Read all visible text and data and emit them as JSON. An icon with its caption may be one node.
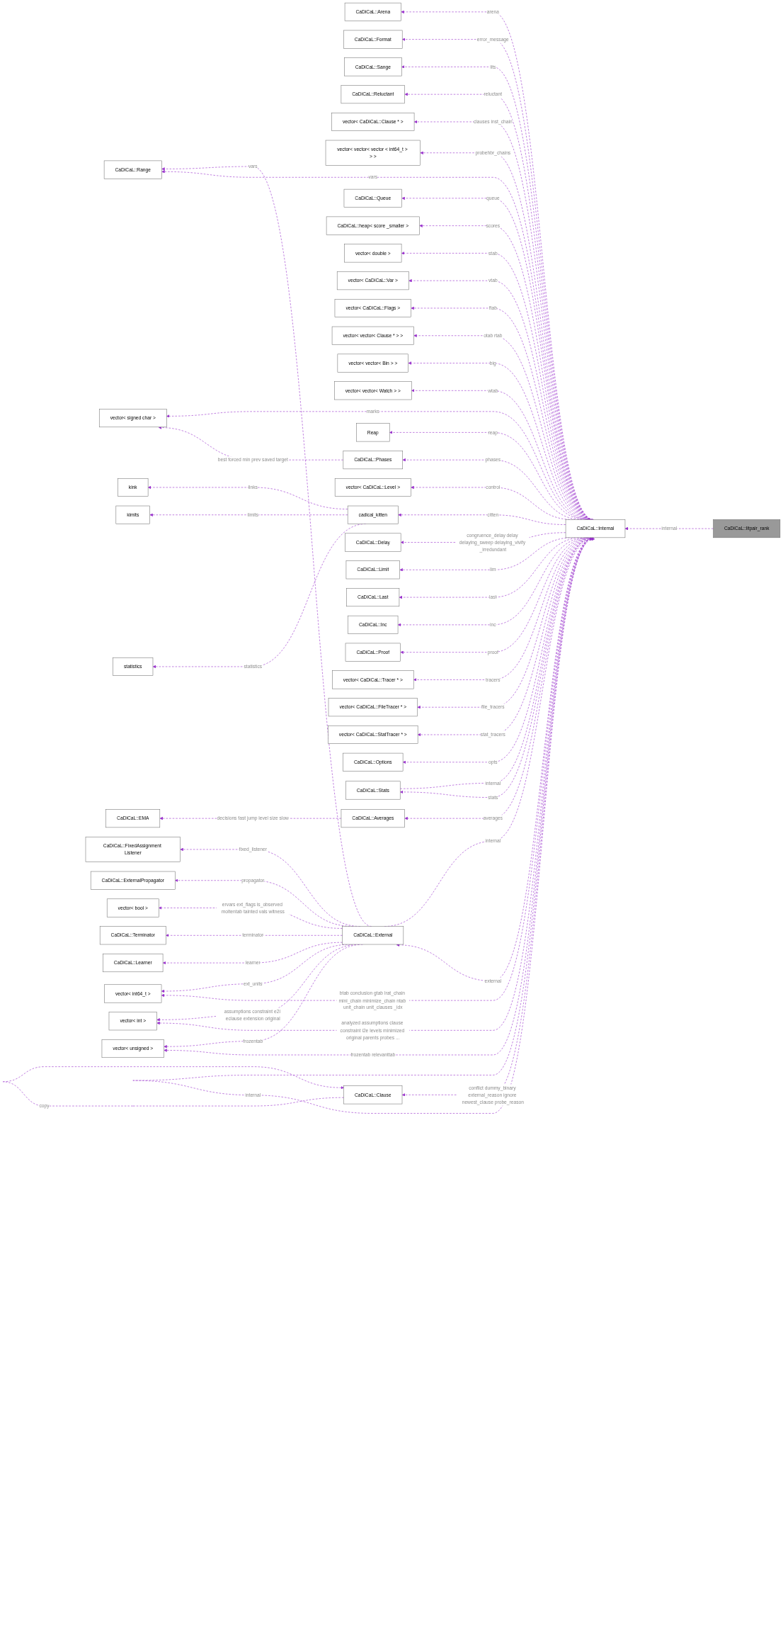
{
  "diagram": {
    "nodes": [
      {
        "text": [
          "CaDiCaL::Range"
        ]
      },
      {
        "text": [
          "CaDiCaL::Arena"
        ]
      },
      {
        "text": [
          "CaDiCaL::Format"
        ]
      },
      {
        "text": [
          "CaDiCaL::Sange"
        ]
      },
      {
        "text": [
          "CaDiCaL::Reluctant"
        ]
      },
      {
        "text": [
          "vector< CaDiCaL::Clause * >"
        ]
      },
      {
        "text": [
          "vector< vector< vector < int64_t > > >"
        ]
      },
      {
        "text": [
          "CaDiCaL::Phases"
        ]
      },
      {
        "text": [
          "vector< signed char >"
        ]
      },
      {
        "text": [
          "CaDiCaL::Queue"
        ]
      },
      {
        "text": [
          "CaDiCaL::heap< score _smaller >"
        ]
      },
      {
        "text": [
          "vector< double >"
        ]
      },
      {
        "text": [
          "vector< CaDiCaL::Var >"
        ]
      },
      {
        "text": [
          "vector< CaDiCaL::Flags >"
        ]
      },
      {
        "text": [
          "vector< vector< Clause * > >"
        ]
      },
      {
        "text": [
          "vector< vector< Bin > >"
        ]
      },
      {
        "text": [
          "vector< vector< Watch > >"
        ]
      },
      {
        "text": [
          "CaDiCaL::Clause"
        ]
      },
      {
        "text": [
          "Reap"
        ]
      },
      {
        "text": [
          "kink"
        ]
      },
      {
        "text": [
          "kimits"
        ]
      },
      {
        "text": [
          "cadical_kitten"
        ]
      },
      {
        "text": [
          "statistics"
        ]
      },
      {
        "text": [
          "vector< CaDiCaL::Level >"
        ]
      },
      {
        "text": [
          "CaDiCaL::Averages"
        ]
      },
      {
        "text": [
          "CaDiCaL::EMA"
        ]
      },
      {
        "text": [
          "CaDiCaL::Delay"
        ]
      },
      {
        "text": [
          "CaDiCaL::Limit"
        ]
      },
      {
        "text": [
          "CaDiCaL::Last"
        ]
      },
      {
        "text": [
          "CaDiCaL::Inc"
        ]
      },
      {
        "text": [
          "CaDiCaL::Proof"
        ]
      },
      {
        "text": [
          "vector< CaDiCaL::Tracer * >"
        ]
      },
      {
        "text": [
          "vector< CaDiCaL::FileTracer * >"
        ]
      },
      {
        "text": [
          "vector< CaDiCaL::StatTracer * >"
        ]
      },
      {
        "text": [
          "CaDiCaL::Options"
        ]
      },
      {
        "text": [
          "CaDiCaL::litpair_rank"
        ]
      },
      {
        "text": [
          "CaDiCaL::Stats"
        ]
      },
      {
        "text": [
          "CaDiCaL::Internal"
        ]
      },
      {
        "text": [
          "CaDiCaL::FixedAssignment Listener"
        ]
      },
      {
        "text": [
          "CaDiCaL::ExternalPropagator"
        ]
      },
      {
        "text": [
          "CaDiCaL::External"
        ]
      },
      {
        "text": [
          "vector< bool >"
        ]
      },
      {
        "text": [
          "CaDiCaL::Terminator"
        ]
      },
      {
        "text": [
          "CaDiCaL::Learner"
        ]
      },
      {
        "text": [
          "vector< int64_t >"
        ]
      },
      {
        "text": [
          "vector< int >"
        ]
      },
      {
        "text": [
          "vector< unsigned >"
        ]
      }
    ],
    "edges": [
      {
        "from": 37,
        "to": 0,
        "arrow": "to",
        "label": "vars",
        "style": "dashed"
      },
      {
        "from": 40,
        "to": 0,
        "arrow": "to",
        "label": "vars",
        "style": "dashed"
      },
      {
        "from": 37,
        "to": 1,
        "arrow": "to",
        "label": "arena",
        "style": "dashed"
      },
      {
        "from": 37,
        "to": 2,
        "arrow": "to",
        "label": "error_message",
        "style": "dashed"
      },
      {
        "from": 37,
        "to": 3,
        "arrow": "to",
        "label": "lits",
        "style": "dashed"
      },
      {
        "from": 37,
        "to": 4,
        "arrow": "to",
        "label": "reluctant",
        "style": "dashed"
      },
      {
        "from": 37,
        "to": 5,
        "arrow": "to",
        "label": "clauses inst_chain",
        "style": "dashed"
      },
      {
        "from": 37,
        "to": 6,
        "arrow": "to",
        "label": "probehbr_chains",
        "style": "dashed"
      },
      {
        "from": 37,
        "to": 7,
        "arrow": "to",
        "label": "phases",
        "style": "dashed"
      },
      {
        "from": 7,
        "to": 8,
        "arrow": "to",
        "label": "best forced min prev saved target",
        "style": "dashed"
      },
      {
        "from": 37,
        "to": 8,
        "arrow": "to",
        "label": "marks",
        "style": "dashed"
      },
      {
        "from": 37,
        "to": 9,
        "arrow": "to",
        "label": "queue",
        "style": "dashed"
      },
      {
        "from": 37,
        "to": 10,
        "arrow": "to",
        "label": "scores",
        "style": "dashed"
      },
      {
        "from": 37,
        "to": 11,
        "arrow": "to",
        "label": "stab",
        "style": "dashed"
      },
      {
        "from": 37,
        "to": 12,
        "arrow": "to",
        "label": "vtab",
        "style": "dashed"
      },
      {
        "from": 37,
        "to": 13,
        "arrow": "to",
        "label": "ftab",
        "style": "dashed"
      },
      {
        "from": 37,
        "to": 14,
        "arrow": "to",
        "label": "otab rtab",
        "style": "dashed"
      },
      {
        "from": 37,
        "to": 15,
        "arrow": "to",
        "label": "big",
        "style": "dashed"
      },
      {
        "from": 37,
        "to": 16,
        "arrow": "to",
        "label": "wtab",
        "style": "dashed"
      },
      {
        "from": 37,
        "to": 17,
        "arrow": "to",
        "label": "conflict dummy_binary external_reason ignore newest_clause probe_reason",
        "style": "dashed"
      },
      {
        "from": 17,
        "to": 17,
        "arrow": "to",
        "label": "copy",
        "style": "dashed"
      },
      {
        "from": 37,
        "to": 18,
        "arrow": "to",
        "label": "reap",
        "style": "dashed"
      },
      {
        "from": 21,
        "to": 19,
        "arrow": "to",
        "label": "links",
        "style": "dashed"
      },
      {
        "from": 21,
        "to": 20,
        "arrow": "to",
        "label": "limits",
        "style": "dashed"
      },
      {
        "from": 21,
        "to": 22,
        "arrow": "to",
        "label": "statistics",
        "style": "dashed"
      },
      {
        "from": 37,
        "to": 21,
        "arrow": "to",
        "label": "citten",
        "style": "dashed"
      },
      {
        "from": 37,
        "to": 23,
        "arrow": "to",
        "label": "control",
        "style": "dashed"
      },
      {
        "from": 37,
        "to": 24,
        "arrow": "to",
        "label": "averages",
        "style": "dashed"
      },
      {
        "from": 24,
        "to": 25,
        "arrow": "to",
        "label": "decisions fast jump level size slow",
        "style": "dashed"
      },
      {
        "from": 37,
        "to": 26,
        "arrow": "to",
        "label": "congruence_delay delay delaying_sweep delaying_vivify _irredundant",
        "style": "dashed"
      },
      {
        "from": 37,
        "to": 27,
        "arrow": "to",
        "label": "lim",
        "style": "dashed"
      },
      {
        "from": 37,
        "to": 28,
        "arrow": "to",
        "label": "last",
        "style": "dashed"
      },
      {
        "from": 37,
        "to": 29,
        "arrow": "to",
        "label": "inc",
        "style": "dashed"
      },
      {
        "from": 37,
        "to": 30,
        "arrow": "to",
        "label": "proof",
        "style": "dashed"
      },
      {
        "from": 37,
        "to": 31,
        "arrow": "to",
        "label": "tracers",
        "style": "dashed"
      },
      {
        "from": 37,
        "to": 32,
        "arrow": "to",
        "label": "file_tracers",
        "style": "dashed"
      },
      {
        "from": 37,
        "to": 33,
        "arrow": "to",
        "label": "stat_tracers",
        "style": "dashed"
      },
      {
        "from": 37,
        "to": 34,
        "arrow": "to",
        "label": "opts",
        "style": "dashed"
      },
      {
        "from": 35,
        "to": 37,
        "arrow": "to",
        "label": "internal",
        "style": "dashed"
      },
      {
        "from": 37,
        "to": 36,
        "arrow": "to",
        "label": "stats",
        "style": "dashed"
      },
      {
        "from": 36,
        "to": 37,
        "arrow": "to",
        "label": "internal",
        "style": "dashed"
      },
      {
        "from": 37,
        "to": 37,
        "arrow": "to",
        "label": "internal",
        "style": "dashed"
      },
      {
        "from": 37,
        "to": 40,
        "arrow": "to",
        "label": "external",
        "style": "dashed"
      },
      {
        "from": 40,
        "to": 37,
        "arrow": "to",
        "label": "internal",
        "style": "dashed"
      },
      {
        "from": 40,
        "to": 38,
        "arrow": "to",
        "label": "fixed_listener",
        "style": "dashed"
      },
      {
        "from": 40,
        "to": 39,
        "arrow": "to",
        "label": "propagator",
        "style": "dashed"
      },
      {
        "from": 40,
        "to": 41,
        "arrow": "to",
        "label": "ervars ext_flags is_observed moltentab tainted vals witness",
        "style": "dashed"
      },
      {
        "from": 40,
        "to": 42,
        "arrow": "to",
        "label": "terminator",
        "style": "dashed"
      },
      {
        "from": 40,
        "to": 43,
        "arrow": "to",
        "label": "learner",
        "style": "dashed"
      },
      {
        "from": 37,
        "to": 44,
        "arrow": "to",
        "label": "btab conclusion gtab lrat_chain mini_chain minimize_chain ntab unit_chain unit_clauses _idx",
        "style": "dashed"
      },
      {
        "from": 40,
        "to": 44,
        "arrow": "to",
        "label": "ext_units",
        "style": "dashed"
      },
      {
        "from": 37,
        "to": 45,
        "arrow": "to",
        "label": "analyzed assumptions clause constraint i2e levels minimized original parents probes ...",
        "style": "dashed"
      },
      {
        "from": 40,
        "to": 45,
        "arrow": "to",
        "label": "assumptions constraint e2i eclause extension original",
        "style": "dashed"
      },
      {
        "from": 37,
        "to": 46,
        "arrow": "to",
        "label": "frozentab relevanttab",
        "style": "dashed"
      },
      {
        "from": 40,
        "to": 46,
        "arrow": "to",
        "label": "frozentab",
        "style": "dashed"
      }
    ]
  }
}
